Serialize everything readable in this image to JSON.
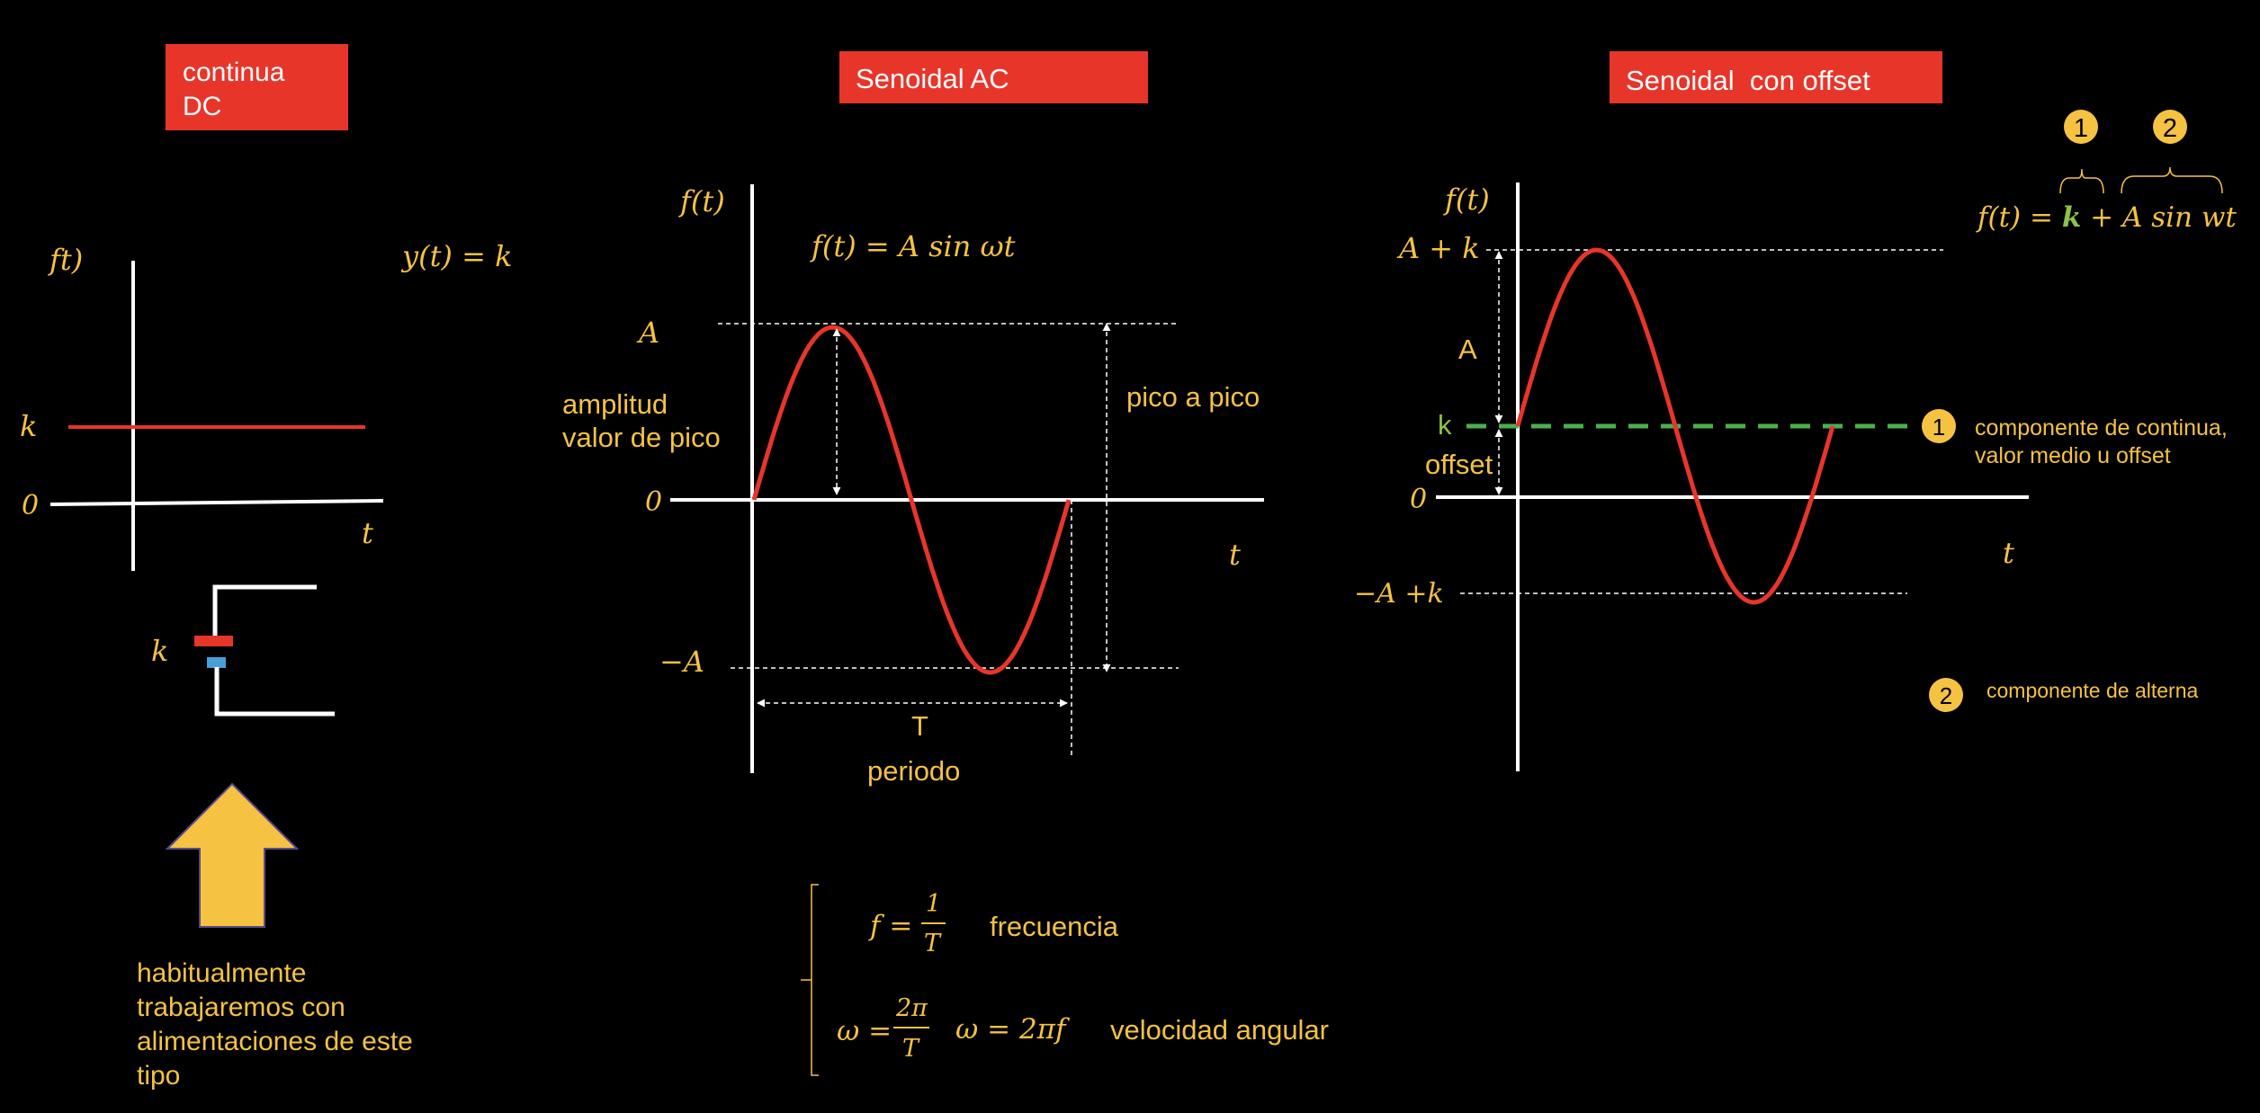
{
  "colors": {
    "background": "#000000",
    "title_box": "#E8352A",
    "label": "#F5C242",
    "curve": "#E8352A",
    "axis": "#FFFFFF",
    "offset_line": "#4CAF50",
    "offset_term": "#8BC34A",
    "battery_neg": "#4A9FD8",
    "arrow_fill": "#F5C242"
  },
  "dc": {
    "title_line1": "continua",
    "title_line2": "DC",
    "y_axis": "ft)",
    "equation": "y(t) = k",
    "k_label": "k",
    "zero_label": "0",
    "t_label": "t",
    "battery_label": "k",
    "note_lines": [
      "habitualmente",
      "trabajaremos con",
      "alimentaciones de este",
      "tipo"
    ]
  },
  "ac": {
    "title": "Senoidal AC",
    "y_axis": "f(t)",
    "equation": "f(t) = A sin ωt",
    "a_label": "A",
    "neg_a_label": "−A",
    "zero_label": "0",
    "t_label": "t",
    "amplitude_line1": "amplitud",
    "amplitude_line2": "valor de pico",
    "peak_to_peak": "pico a pico",
    "period_symbol": "T",
    "period_label": "periodo"
  },
  "formulas": {
    "f_lhs": "f =",
    "f_num": "1",
    "f_den": "T",
    "f_name": "frecuencia",
    "w_lhs": "ω =",
    "w_num": "2π",
    "w_den": "T",
    "w_alt": "ω = 2πf",
    "w_name": "velocidad angular"
  },
  "offset": {
    "title": "Senoidal  con offset",
    "y_axis": "f(t)",
    "a_plus_k": "A + k",
    "a_label": "A",
    "k_label": "k",
    "offset_label": "offset",
    "zero_label": "0",
    "neg_a_plus_k": "−A +k",
    "t_label": "t",
    "badge1": "1",
    "badge2": "2",
    "eq_lhs": "f(t) = ",
    "eq_k": "k",
    "eq_rest": " + A sin wt",
    "dc_component_line1": "componente de continua,",
    "dc_component_line2": "valor medio u offset",
    "ac_component": "componente de alterna"
  }
}
